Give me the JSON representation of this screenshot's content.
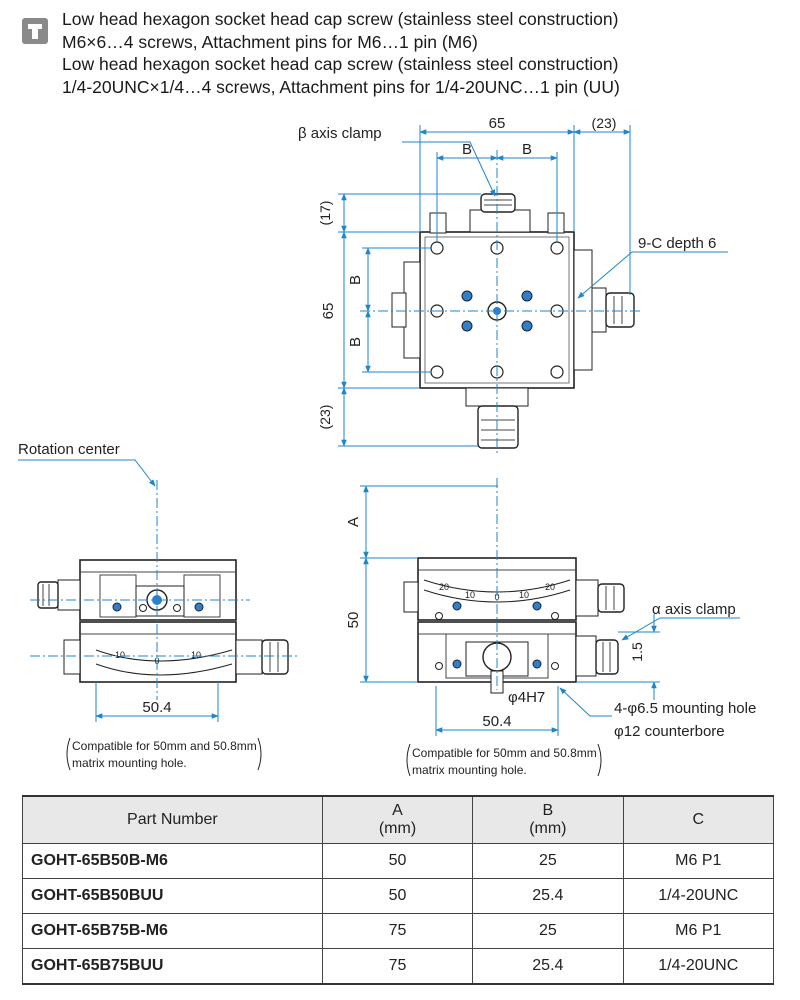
{
  "header": {
    "icon": "screw-info-icon",
    "lines": [
      "Low head hexagon socket head cap screw (stainless steel construction)",
      "M6×6…4 screws, Attachment pins for M6…1 pin (M6)",
      "Low head hexagon socket head cap screw (stainless steel construction)",
      "1/4-20UNC×1/4…4 screws, Attachment pins for 1/4-20UNC…1 pin (UU)"
    ]
  },
  "drawing": {
    "top_view": {
      "beta_label": "β axis clamp",
      "dim_65_top": "65",
      "dim_23_right": "(23)",
      "dim_b_left": "B",
      "dim_b_right": "B",
      "dim_17": "(17)",
      "dim_65_left": "65",
      "dim_b_upper": "B",
      "dim_b_lower": "B",
      "dim_23_bottom": "(23)",
      "hole_label": "9-C depth 6"
    },
    "left_view": {
      "rotation_label": "Rotation center",
      "scale_ticks": [
        "10",
        "0",
        "10"
      ],
      "dim_504": "50.4",
      "note_line1": "Compatible for 50mm and 50.8mm",
      "note_line2": "matrix mounting hole."
    },
    "front_view": {
      "dim_a": "A",
      "dim_50": "50",
      "scale_ticks": [
        "20",
        "10",
        "0",
        "10",
        "20"
      ],
      "alpha_label": "α axis clamp",
      "dim_15": "1.5",
      "pin_label": "φ4H7",
      "dim_504": "50.4",
      "mount_label_1": "4-φ6.5 mounting hole",
      "mount_label_2": "φ12 counterbore",
      "note_line1": "Compatible for 50mm and 50.8mm",
      "note_line2": "matrix mounting hole."
    }
  },
  "table": {
    "headers": [
      {
        "main": "Part Number",
        "unit": ""
      },
      {
        "main": "A",
        "unit": "(mm)"
      },
      {
        "main": "B",
        "unit": "(mm)"
      },
      {
        "main": "C",
        "unit": ""
      }
    ],
    "rows": [
      {
        "part": "GOHT-65B50B-M6",
        "a": "50",
        "b": "25",
        "c": "M6 P1"
      },
      {
        "part": "GOHT-65B50BUU",
        "a": "50",
        "b": "25.4",
        "c": "1/4-20UNC"
      },
      {
        "part": "GOHT-65B75B-M6",
        "a": "75",
        "b": "25",
        "c": "M6 P1"
      },
      {
        "part": "GOHT-65B75BUU",
        "a": "75",
        "b": "25.4",
        "c": "1/4-20UNC"
      }
    ]
  },
  "colors": {
    "dimension": "#1f86c8",
    "outline": "#222222",
    "hole_fill": "#2f7fcf",
    "header_bg": "#e8e8e8"
  }
}
